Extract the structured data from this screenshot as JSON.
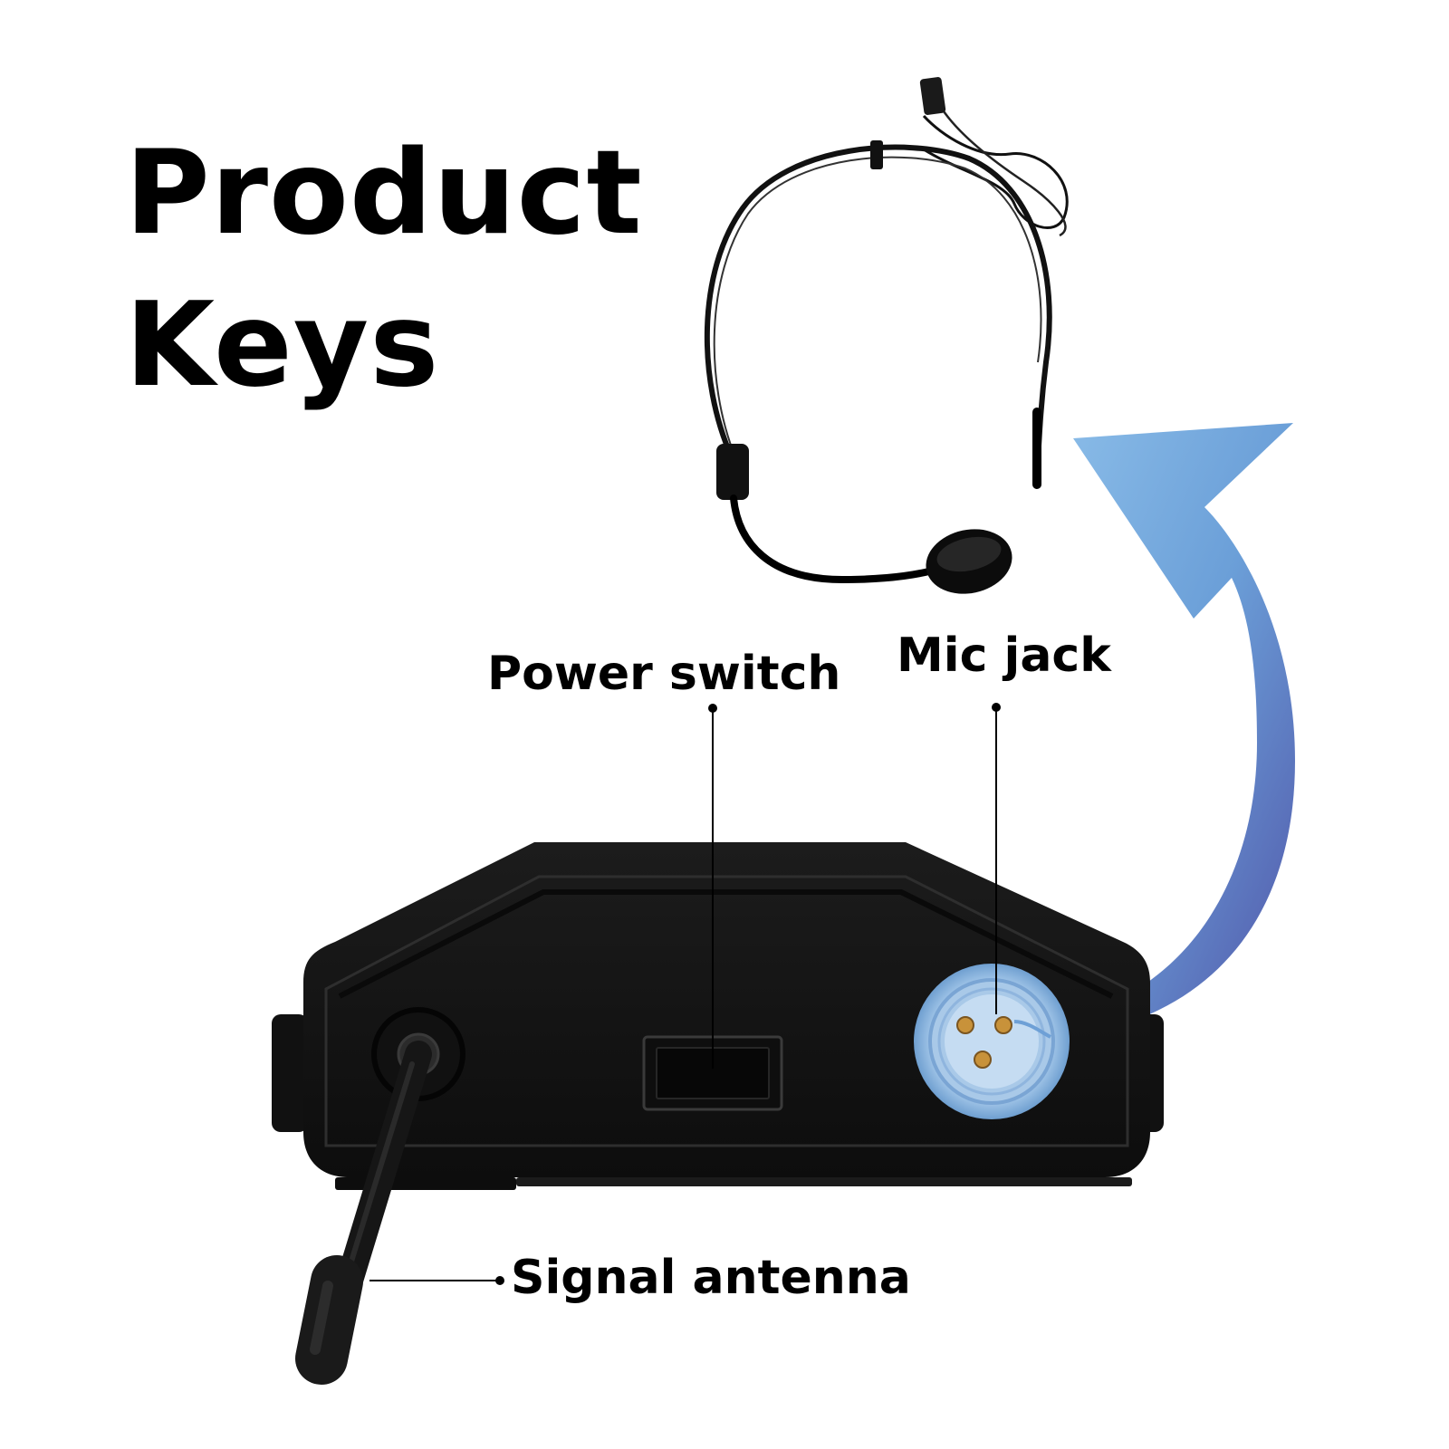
{
  "title": [
    "Product",
    "Keys"
  ],
  "callouts": {
    "power_switch": "Power switch",
    "mic_jack": "Mic jack",
    "signal_antenna": "Signal antenna"
  },
  "colors": {
    "background": "#ffffff",
    "device_body": "#141414",
    "arrow_start": "#7fb2e0",
    "arrow_end": "#5557ad",
    "connector_pins": "#c8923a"
  },
  "icons": [
    "headset-microphone-icon",
    "bodypack-transmitter-icon",
    "curved-arrow-icon"
  ]
}
